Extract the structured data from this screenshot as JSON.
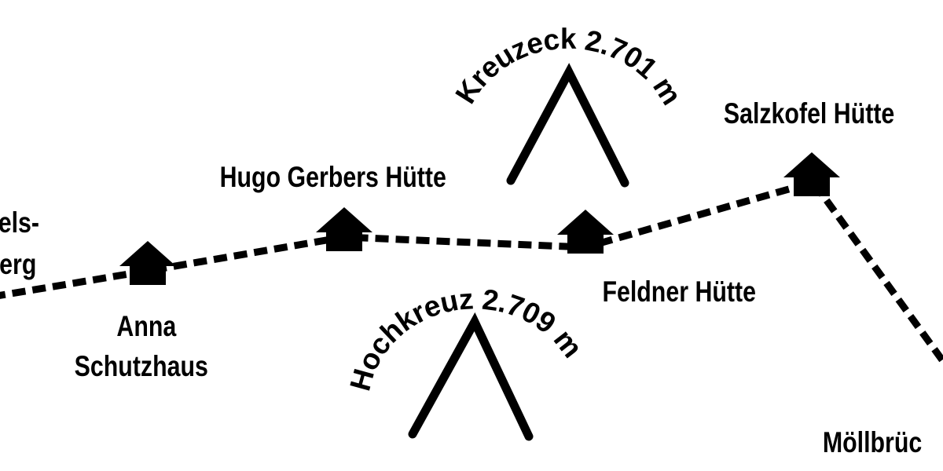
{
  "colors": {
    "ink": "#000000",
    "background": "#ffffff"
  },
  "route": {
    "style": "dashed"
  },
  "huts": {
    "left_partial": {
      "label_line1": "els-",
      "label_line2": "erg",
      "icon": "hut-icon"
    },
    "anna": {
      "label_line1": "Anna",
      "label_line2": "Schutzhaus",
      "icon": "hut-icon"
    },
    "hugo_gerbers": {
      "label": "Hugo Gerbers Hütte",
      "icon": "hut-icon"
    },
    "feldner": {
      "label": "Feldner Hütte",
      "icon": "hut-icon"
    },
    "salzkofel": {
      "label": "Salzkofel Hütte",
      "icon": "hut-icon"
    },
    "moellbruecke_partial": {
      "label": "Möllbrüc"
    }
  },
  "peaks": {
    "kreuzeck": {
      "label": "Kreuzeck 2.701 m",
      "icon": "mountain-peak-icon"
    },
    "hochkreuz": {
      "label": "Hochkreuz 2.709 m",
      "icon": "mountain-peak-icon"
    }
  }
}
